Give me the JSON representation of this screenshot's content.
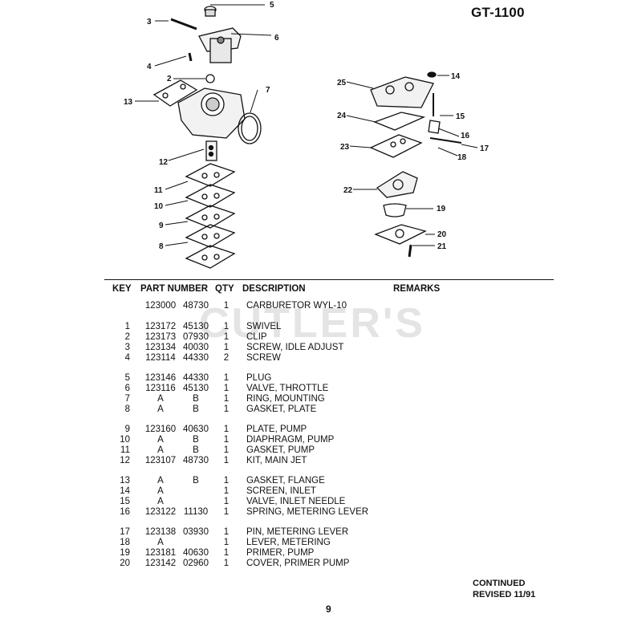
{
  "header": {
    "model": "GT-1100"
  },
  "diagram": {
    "left_callouts": [
      "5",
      "3",
      "6",
      "4",
      "2",
      "13",
      "7",
      "12",
      "11",
      "10",
      "9",
      "8"
    ],
    "right_callouts": [
      "14",
      "25",
      "15",
      "24",
      "16",
      "17",
      "23",
      "18",
      "22",
      "19",
      "20",
      "21"
    ]
  },
  "watermark": "CUTLER'S",
  "table": {
    "headers": {
      "key": "KEY",
      "part_number": "PART NUMBER",
      "qty": "QTY",
      "description": "DESCRIPTION",
      "remarks": "REMARKS"
    },
    "rows": [
      {
        "key": "",
        "part_a": "123000",
        "part_b": "48730",
        "qty": "1",
        "desc": "CARBURETOR WYL-10"
      },
      {
        "key": "1",
        "part_a": "123172",
        "part_b": "45130",
        "qty": "1",
        "desc": "SWIVEL"
      },
      {
        "key": "2",
        "part_a": "123173",
        "part_b": "07930",
        "qty": "1",
        "desc": "CLIP"
      },
      {
        "key": "3",
        "part_a": "123134",
        "part_b": "40030",
        "qty": "1",
        "desc": "SCREW, IDLE ADJUST"
      },
      {
        "key": "4",
        "part_a": "123114",
        "part_b": "44330",
        "qty": "2",
        "desc": "SCREW"
      },
      {
        "key": "5",
        "part_a": "123146",
        "part_b": "44330",
        "qty": "1",
        "desc": "PLUG"
      },
      {
        "key": "6",
        "part_a": "123116",
        "part_b": "45130",
        "qty": "1",
        "desc": "VALVE, THROTTLE"
      },
      {
        "key": "7",
        "part_a": "A",
        "part_b": "B",
        "qty": "1",
        "desc": "RING, MOUNTING"
      },
      {
        "key": "8",
        "part_a": "A",
        "part_b": "B",
        "qty": "1",
        "desc": "GASKET, PLATE"
      },
      {
        "key": "9",
        "part_a": "123160",
        "part_b": "40630",
        "qty": "1",
        "desc": "PLATE, PUMP"
      },
      {
        "key": "10",
        "part_a": "A",
        "part_b": "B",
        "qty": "1",
        "desc": "DIAPHRAGM, PUMP"
      },
      {
        "key": "11",
        "part_a": "A",
        "part_b": "B",
        "qty": "1",
        "desc": "GASKET, PUMP"
      },
      {
        "key": "12",
        "part_a": "123107",
        "part_b": "48730",
        "qty": "1",
        "desc": "KIT, MAIN JET"
      },
      {
        "key": "13",
        "part_a": "A",
        "part_b": "B",
        "qty": "1",
        "desc": "GASKET, FLANGE"
      },
      {
        "key": "14",
        "part_a": "A",
        "part_b": "",
        "qty": "1",
        "desc": "SCREEN, INLET"
      },
      {
        "key": "15",
        "part_a": "A",
        "part_b": "",
        "qty": "1",
        "desc": "VALVE, INLET NEEDLE"
      },
      {
        "key": "16",
        "part_a": "123122",
        "part_b": "11130",
        "qty": "1",
        "desc": "SPRING, METERING LEVER"
      },
      {
        "key": "17",
        "part_a": "123138",
        "part_b": "03930",
        "qty": "1",
        "desc": "PIN, METERING LEVER"
      },
      {
        "key": "18",
        "part_a": "A",
        "part_b": "",
        "qty": "1",
        "desc": "LEVER, METERING"
      },
      {
        "key": "19",
        "part_a": "123181",
        "part_b": "40630",
        "qty": "1",
        "desc": "PRIMER, PUMP"
      },
      {
        "key": "20",
        "part_a": "123142",
        "part_b": "02960",
        "qty": "1",
        "desc": "COVER, PRIMER PUMP"
      }
    ]
  },
  "footer": {
    "continued": "CONTINUED",
    "revised": "REVISED 11/91",
    "page": "9"
  }
}
